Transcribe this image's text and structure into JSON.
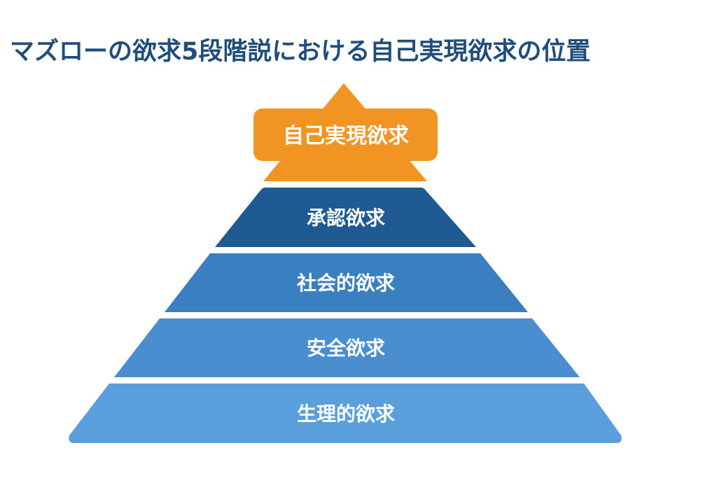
{
  "title": "マズローの欲求5段階説における自己実現欲求の位置",
  "colors": {
    "title": "#1f4e7a",
    "highlight": "#f29422",
    "tier2": "#1f5a92",
    "tier3": "#3a7fc0",
    "tier4": "#4a8ed0",
    "tier5": "#5a9fdc",
    "label": "#ffffff"
  },
  "pyramid": {
    "highlighted_level": "自己実現欲求",
    "levels": [
      {
        "label": "自己実現欲求",
        "level": 5
      },
      {
        "label": "承認欲求",
        "level": 4
      },
      {
        "label": "社会的欲求",
        "level": 3
      },
      {
        "label": "安全欲求",
        "level": 2
      },
      {
        "label": "生理的欲求",
        "level": 1
      }
    ]
  }
}
